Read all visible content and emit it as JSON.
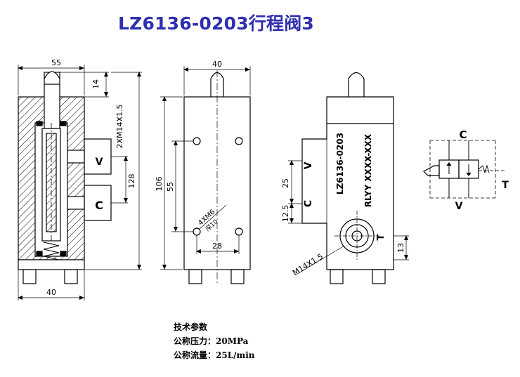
{
  "title": "LZ6136-0203行程阀3",
  "views": {
    "section": {
      "dims": {
        "top_width": "55",
        "bottom_width": "40",
        "plunger": "14",
        "thread": "2XM14X1.5",
        "height": "128"
      },
      "ports": {
        "v": "V",
        "c": "C"
      }
    },
    "front": {
      "dims": {
        "top_width": "40",
        "height": "106",
        "spacing": "55",
        "holes": "4XM6",
        "hole_depth": "深10",
        "hole_spacing": "28"
      }
    },
    "side": {
      "model": "LZ6136-0203",
      "serial": "RLYY XXXX-XXX",
      "ports": {
        "v": "V",
        "c": "C",
        "t": "T"
      },
      "dims": {
        "d25": "25",
        "d12_5": "12.5",
        "d13": "13",
        "thread": "M14X1.5"
      }
    },
    "symbol": {
      "c": "C",
      "v": "V",
      "t": "T"
    }
  },
  "specs": {
    "heading": "技术参数",
    "pressure": "公称压力：20MPa",
    "flow": "公称流量：25L/min"
  },
  "colors": {
    "title": "#2f2fb0",
    "line": "#000000",
    "hatch": "#000000"
  }
}
